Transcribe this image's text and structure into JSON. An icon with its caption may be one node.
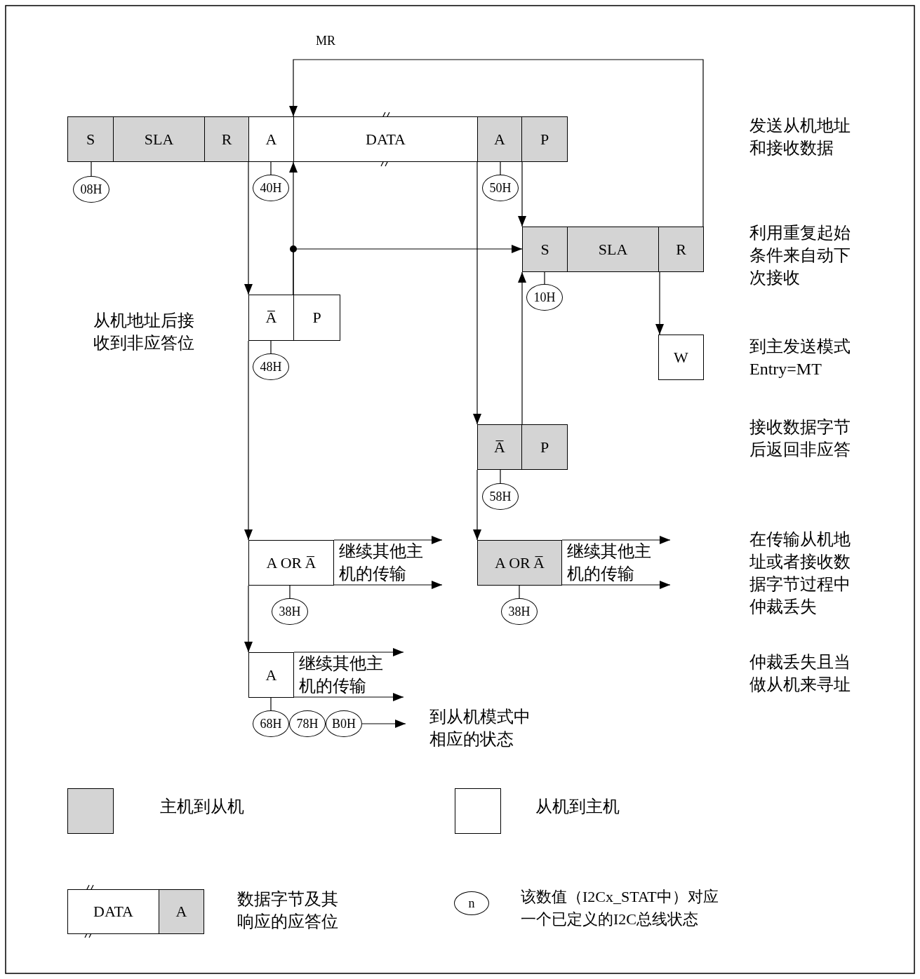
{
  "diagram": {
    "nodes": [
      {
        "text": [
          "S"
        ]
      },
      {
        "text": [
          "SLA"
        ]
      },
      {
        "text": [
          "R"
        ]
      },
      {
        "text": [
          "A"
        ]
      },
      {
        "text": [
          "DATA"
        ]
      },
      {
        "text": [
          "A"
        ]
      },
      {
        "text": [
          "P"
        ]
      },
      {
        "text": [
          "08H"
        ]
      },
      {
        "text": [
          "40H"
        ]
      },
      {
        "text": [
          "50H"
        ]
      },
      {
        "text": [
          "S"
        ]
      },
      {
        "text": [
          "SLA"
        ]
      },
      {
        "text": [
          "R"
        ]
      },
      {
        "text": [
          "10H"
        ]
      },
      {
        "text": [
          "A̅"
        ]
      },
      {
        "text": [
          "P"
        ]
      },
      {
        "text": [
          "48H"
        ]
      },
      {
        "text": [
          "W"
        ]
      },
      {
        "text": [
          "A̅"
        ]
      },
      {
        "text": [
          "P"
        ]
      },
      {
        "text": [
          "58H"
        ]
      },
      {
        "text": [
          "A OR A̅"
        ],
        "beside": [
          "继续其他主机的传输"
        ]
      },
      {
        "text": [
          "38H"
        ]
      },
      {
        "text": [
          "A OR A̅"
        ],
        "beside": [
          "继续其他主机的传输"
        ]
      },
      {
        "text": [
          "38H"
        ]
      },
      {
        "text": [
          "A"
        ],
        "beside": [
          "继续其他主机的传输"
        ]
      },
      {
        "text": [
          "68H"
        ]
      },
      {
        "text": [
          "78H"
        ]
      },
      {
        "text": [
          "B0H"
        ]
      },
      {
        "text": [
          "到从机模式中相应的状态"
        ]
      },
      {
        "text": [
          "DATA"
        ]
      },
      {
        "text": [
          "A"
        ]
      },
      {
        "text": [
          "n"
        ]
      }
    ],
    "edges": [
      {
        "from": 12,
        "to": 4,
        "arrow": "to",
        "label": "MR"
      },
      {
        "from": 3,
        "to": 14,
        "arrow": "to"
      },
      {
        "from": 14,
        "to": 21,
        "arrow": "to"
      },
      {
        "from": 21,
        "to": 25,
        "arrow": "to"
      },
      {
        "from": 14,
        "to": 4,
        "arrow": "to"
      },
      {
        "from": 14,
        "to": 10,
        "arrow": "to"
      },
      {
        "from": 6,
        "to": 10,
        "arrow": "to"
      },
      {
        "from": 5,
        "to": 18,
        "arrow": "to"
      },
      {
        "from": 18,
        "to": 23,
        "arrow": "to"
      },
      {
        "from": 19,
        "to": 10,
        "arrow": "to"
      },
      {
        "from": 12,
        "to": 17,
        "arrow": "to"
      },
      {
        "from": 21,
        "to": null,
        "arrow": "to"
      },
      {
        "from": 21,
        "to": null,
        "arrow": "to"
      },
      {
        "from": 23,
        "to": null,
        "arrow": "to"
      },
      {
        "from": 23,
        "to": null,
        "arrow": "to"
      },
      {
        "from": 25,
        "to": null,
        "arrow": "to"
      },
      {
        "from": 25,
        "to": null,
        "arrow": "to"
      },
      {
        "from": 28,
        "to": 29,
        "arrow": "to"
      },
      {
        "from": 7,
        "to": 0,
        "arrow": "none"
      },
      {
        "from": 8,
        "to": 3,
        "arrow": "none"
      },
      {
        "from": 9,
        "to": 5,
        "arrow": "none"
      },
      {
        "from": 13,
        "to": 10,
        "arrow": "none"
      },
      {
        "from": 16,
        "to": 14,
        "arrow": "none"
      },
      {
        "from": 20,
        "to": 18,
        "arrow": "none"
      },
      {
        "from": 22,
        "to": 21,
        "arrow": "none"
      },
      {
        "from": 24,
        "to": 23,
        "arrow": "none"
      },
      {
        "from": 26,
        "to": 25,
        "arrow": "none"
      }
    ],
    "labels": [
      "发送从机地址和接收数据",
      "利用重复起始条件来自动下次接收",
      "从机地址后接收到非应答位",
      "到主发送模式 Entry=MT",
      "接收数据字节后返回非应答",
      "在传输从机地址或者接收数据字节过程中仲裁丢失",
      "仲裁丢失且当做从机来寻址"
    ],
    "legend": [
      {
        "text": "主机到从机",
        "color": "#d4d4d4"
      },
      {
        "text": "从机到主机",
        "color": "#ffffff"
      },
      {
        "text": "数据字节及其响应的应答位"
      },
      {
        "text": "该数值（I2Cx_STAT中）对应一个已定义的I2C总线状态"
      }
    ]
  }
}
